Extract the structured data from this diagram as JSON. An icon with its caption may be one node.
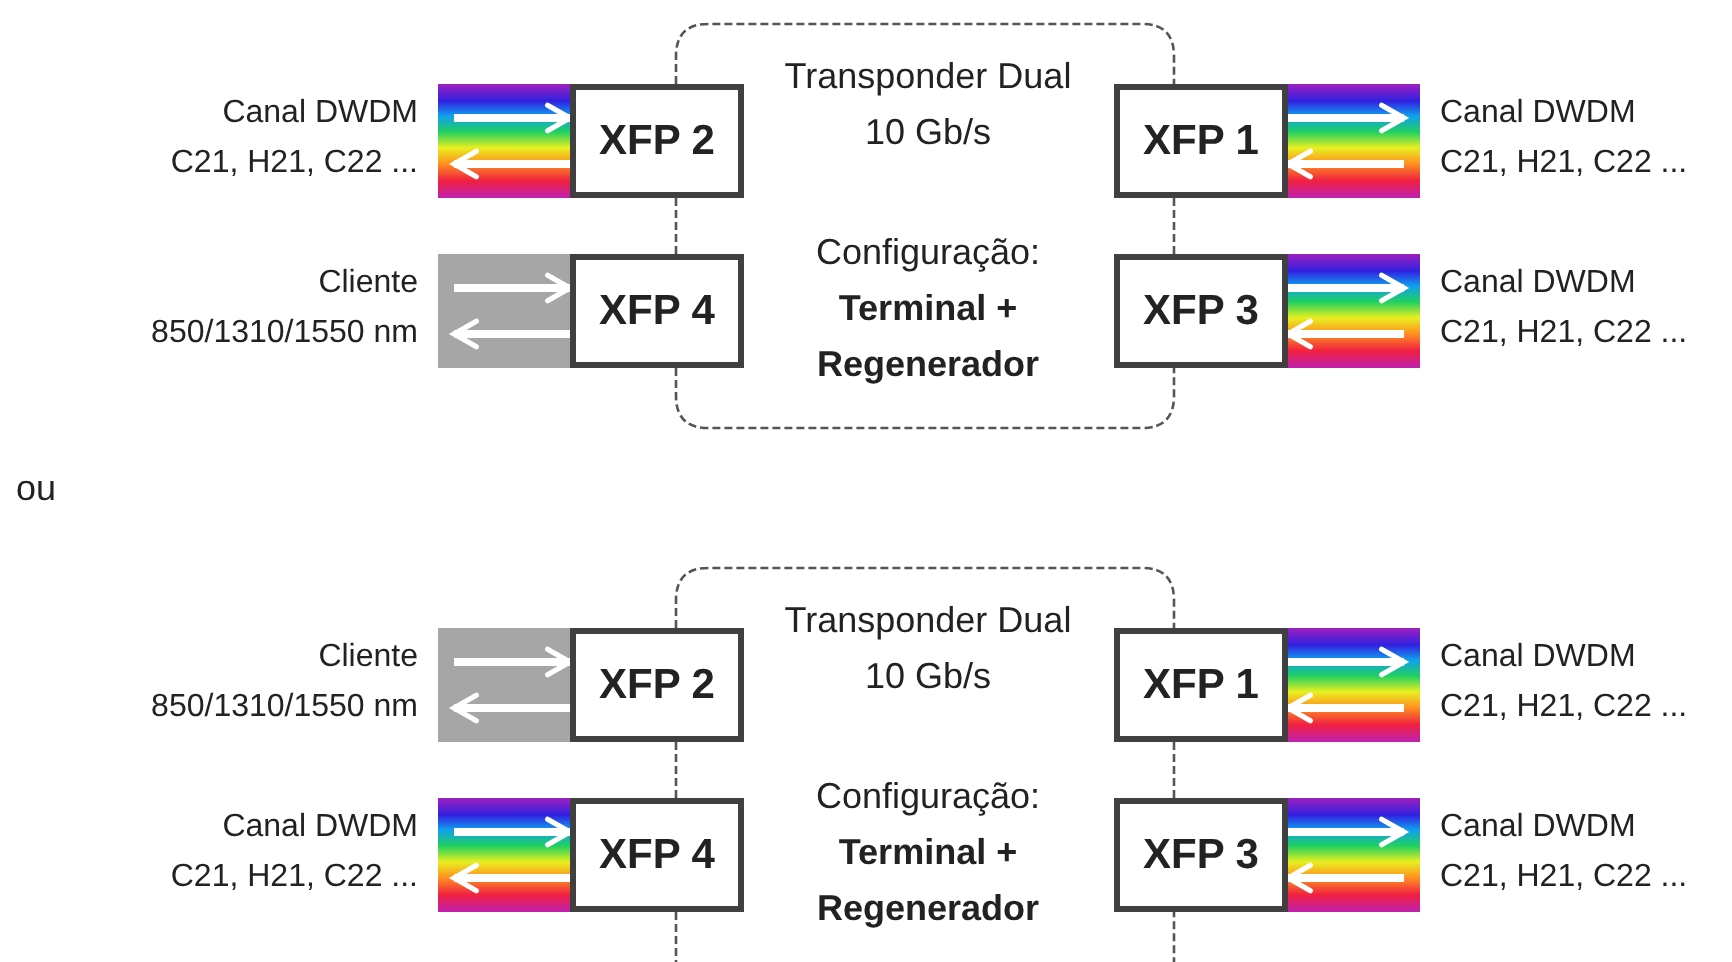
{
  "diagram": {
    "nodes": [
      {
        "text": [
          "Transponder Dual 10 Gb/s",
          "Configuração: **Terminal + Regenerador**"
        ]
      },
      {
        "text": [],
        "shape": "spectrum",
        "beside": [
          "Canal DWDM",
          "C21, H21, C22 ..."
        ]
      },
      {
        "text": [
          "XFP 2"
        ]
      },
      {
        "text": [
          "XFP 1"
        ]
      },
      {
        "text": [],
        "shape": "spectrum",
        "beside": [
          "Canal DWDM",
          "C21, H21, C22 ..."
        ]
      },
      {
        "text": [],
        "shape": "bar",
        "beside": [
          "Cliente",
          "850/1310/1550 nm"
        ]
      },
      {
        "text": [
          "XFP 4"
        ]
      },
      {
        "text": [
          "XFP 3"
        ]
      },
      {
        "text": [],
        "shape": "spectrum",
        "beside": [
          "Canal DWDM",
          "C21, H21, C22 ..."
        ]
      },
      {
        "text": [
          "Transponder Dual 10 Gb/s",
          "Configuração: **Terminal + Regenerador**"
        ]
      },
      {
        "text": [],
        "shape": "bar",
        "beside": [
          "Cliente",
          "850/1310/1550 nm"
        ]
      },
      {
        "text": [
          "XFP 2"
        ]
      },
      {
        "text": [
          "XFP 1"
        ]
      },
      {
        "text": [],
        "shape": "spectrum",
        "beside": [
          "Canal DWDM",
          "C21, H21, C22 ..."
        ]
      },
      {
        "text": [],
        "shape": "spectrum",
        "beside": [
          "Canal DWDM",
          "C21, H21, C22 ..."
        ]
      },
      {
        "text": [
          "XFP 4"
        ]
      },
      {
        "text": [
          "XFP 3"
        ]
      },
      {
        "text": [],
        "shape": "spectrum",
        "beside": [
          "Canal DWDM",
          "C21, H21, C22 ..."
        ]
      }
    ],
    "edges": [
      {
        "from": 1,
        "to": 2,
        "arrow": "to"
      },
      {
        "from": 2,
        "to": 1,
        "arrow": "to"
      },
      {
        "from": 3,
        "to": 4,
        "arrow": "to"
      },
      {
        "from": 4,
        "to": 3,
        "arrow": "to"
      },
      {
        "from": 5,
        "to": 6,
        "arrow": "to"
      },
      {
        "from": 6,
        "to": 5,
        "arrow": "to"
      },
      {
        "from": 7,
        "to": 8,
        "arrow": "to"
      },
      {
        "from": 8,
        "to": 7,
        "arrow": "to"
      },
      {
        "from": 10,
        "to": 11,
        "arrow": "to"
      },
      {
        "from": 11,
        "to": 10,
        "arrow": "to"
      },
      {
        "from": 12,
        "to": 13,
        "arrow": "to"
      },
      {
        "from": 13,
        "to": 12,
        "arrow": "to"
      },
      {
        "from": 14,
        "to": 15,
        "arrow": "to"
      },
      {
        "from": 15,
        "to": 14,
        "arrow": "to"
      },
      {
        "from": 16,
        "to": 17,
        "arrow": "to"
      },
      {
        "from": 17,
        "to": 16,
        "arrow": "to"
      }
    ],
    "labels": [
      "ou"
    ]
  }
}
